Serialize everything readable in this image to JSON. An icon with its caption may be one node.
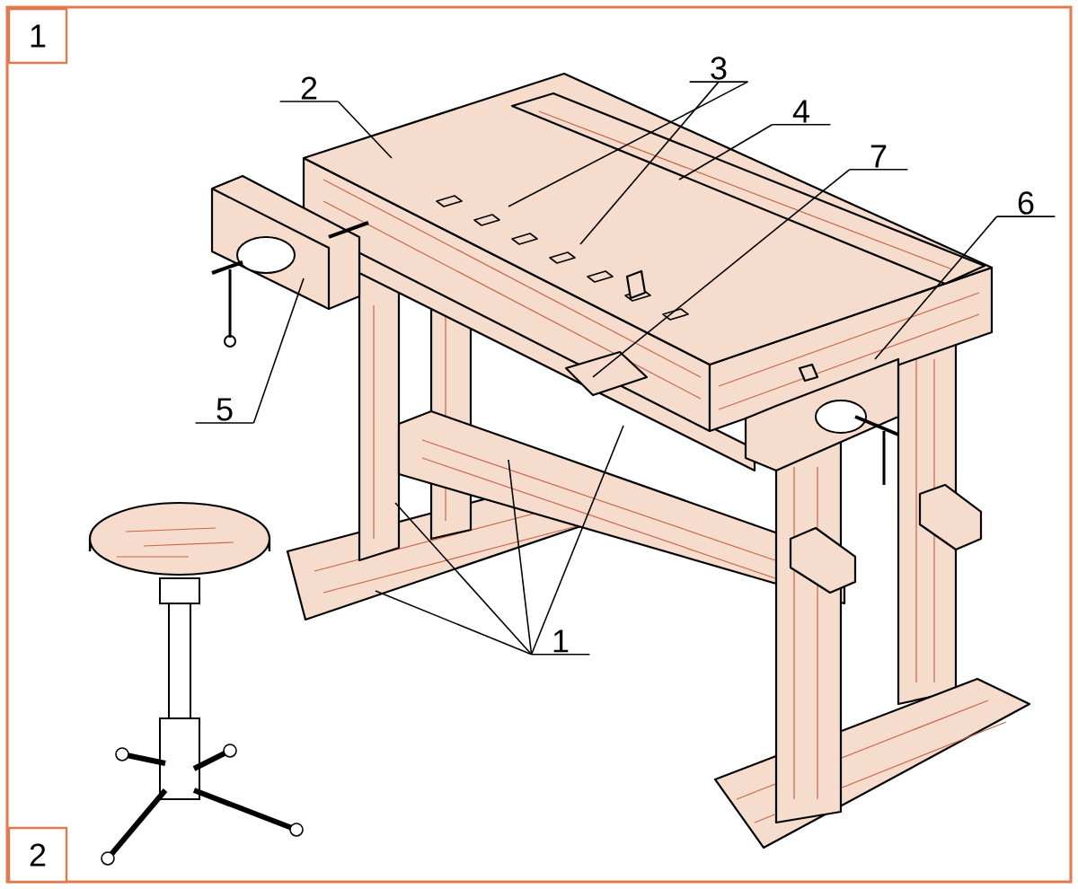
{
  "diagram": {
    "nodes": [
      {
        "text": [
          "3"
        ]
      },
      {
        "text": [
          "2"
        ]
      },
      {
        "text": [
          "4"
        ]
      },
      {
        "text": [
          "7"
        ]
      },
      {
        "text": [
          "6"
        ]
      },
      {
        "text": [
          "5"
        ]
      },
      {
        "text": [
          "1"
        ]
      }
    ],
    "edges": [
      {
        "from": 0,
        "to": null,
        "arrow": "none"
      },
      {
        "from": 0,
        "to": null,
        "arrow": "none"
      },
      {
        "from": 1,
        "to": null,
        "arrow": "none"
      },
      {
        "from": 2,
        "to": null,
        "arrow": "none"
      },
      {
        "from": 3,
        "to": null,
        "arrow": "none"
      },
      {
        "from": 4,
        "to": null,
        "arrow": "none"
      },
      {
        "from": 5,
        "to": null,
        "arrow": "none"
      },
      {
        "from": 6,
        "to": null,
        "arrow": "none"
      },
      {
        "from": 6,
        "to": null,
        "arrow": "none"
      },
      {
        "from": 6,
        "to": null,
        "arrow": "none"
      },
      {
        "from": 6,
        "to": null,
        "arrow": "none"
      }
    ],
    "labels": [
      "1",
      "2"
    ]
  }
}
